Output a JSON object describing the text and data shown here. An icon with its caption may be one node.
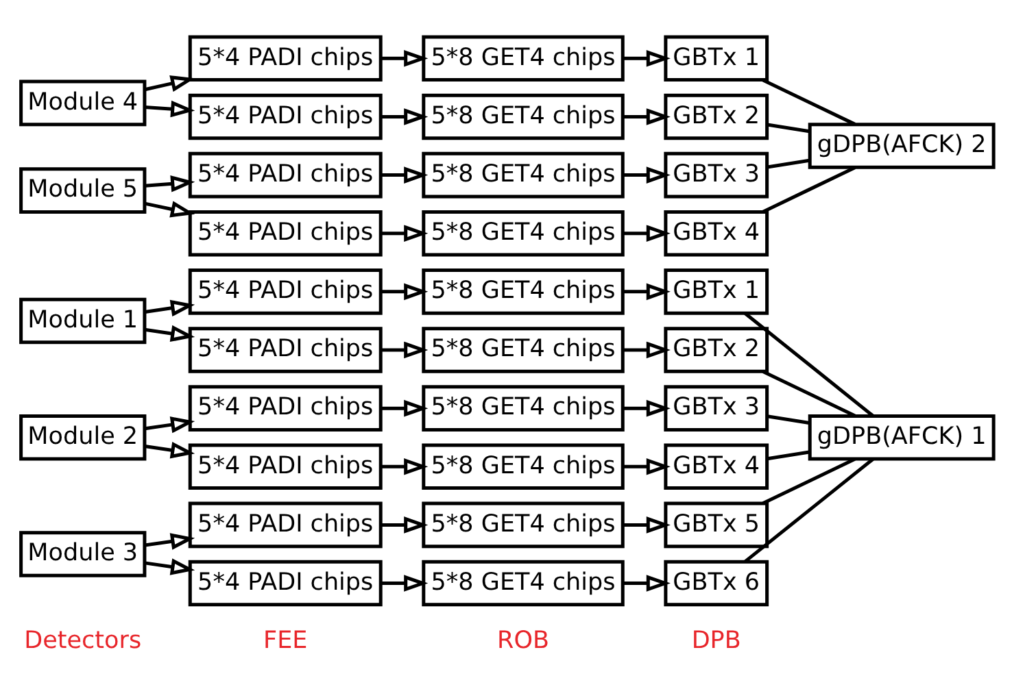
{
  "diagram": {
    "nodes": [
      {
        "text": [
          "Module 1"
        ]
      },
      {
        "text": [
          "5*4 PADI chips"
        ]
      },
      {
        "text": [
          "5*8 GET4 chips"
        ]
      },
      {
        "text": [
          "GBTx 1"
        ]
      },
      {
        "text": [
          "5*4 PADI chips"
        ]
      },
      {
        "text": [
          "5*8 GET4 chips"
        ]
      },
      {
        "text": [
          "GBTx 2"
        ]
      },
      {
        "text": [
          "Module 2"
        ]
      },
      {
        "text": [
          "5*4 PADI chips"
        ]
      },
      {
        "text": [
          "5*8 GET4 chips"
        ]
      },
      {
        "text": [
          "GBTx 3"
        ]
      },
      {
        "text": [
          "5*4 PADI chips"
        ]
      },
      {
        "text": [
          "5*8 GET4 chips"
        ]
      },
      {
        "text": [
          "GBTx 4"
        ]
      },
      {
        "text": [
          "Module 3"
        ]
      },
      {
        "text": [
          "5*4 PADI chips"
        ]
      },
      {
        "text": [
          "5*8 GET4 chips"
        ]
      },
      {
        "text": [
          "GBTx 5"
        ]
      },
      {
        "text": [
          "5*4 PADI chips"
        ]
      },
      {
        "text": [
          "5*8 GET4 chips"
        ]
      },
      {
        "text": [
          "GBTx 6"
        ]
      },
      {
        "text": [
          "gDPB(AFCK) 1"
        ]
      },
      {
        "text": [
          "Module 4"
        ]
      },
      {
        "text": [
          "5*4 PADI chips"
        ]
      },
      {
        "text": [
          "5*8 GET4 chips"
        ]
      },
      {
        "text": [
          "GBTx 1"
        ]
      },
      {
        "text": [
          "5*4 PADI chips"
        ]
      },
      {
        "text": [
          "5*8 GET4 chips"
        ]
      },
      {
        "text": [
          "GBTx 2"
        ]
      },
      {
        "text": [
          "Module 5"
        ]
      },
      {
        "text": [
          "5*4 PADI chips"
        ]
      },
      {
        "text": [
          "5*8 GET4 chips"
        ]
      },
      {
        "text": [
          "GBTx 3"
        ]
      },
      {
        "text": [
          "5*4 PADI chips"
        ]
      },
      {
        "text": [
          "5*8 GET4 chips"
        ]
      },
      {
        "text": [
          "GBTx 4"
        ]
      },
      {
        "text": [
          "gDPB(AFCK) 2"
        ]
      }
    ],
    "edges": [
      {
        "from": 0,
        "to": 1,
        "arrow": "to"
      },
      {
        "from": 0,
        "to": 4,
        "arrow": "to"
      },
      {
        "from": 7,
        "to": 8,
        "arrow": "to"
      },
      {
        "from": 7,
        "to": 11,
        "arrow": "to"
      },
      {
        "from": 14,
        "to": 15,
        "arrow": "to"
      },
      {
        "from": 14,
        "to": 18,
        "arrow": "to"
      },
      {
        "from": 22,
        "to": 23,
        "arrow": "to"
      },
      {
        "from": 22,
        "to": 26,
        "arrow": "to"
      },
      {
        "from": 29,
        "to": 30,
        "arrow": "to"
      },
      {
        "from": 29,
        "to": 33,
        "arrow": "to"
      },
      {
        "from": 1,
        "to": 2,
        "arrow": "to"
      },
      {
        "from": 2,
        "to": 3,
        "arrow": "to"
      },
      {
        "from": 4,
        "to": 5,
        "arrow": "to"
      },
      {
        "from": 5,
        "to": 6,
        "arrow": "to"
      },
      {
        "from": 8,
        "to": 9,
        "arrow": "to"
      },
      {
        "from": 9,
        "to": 10,
        "arrow": "to"
      },
      {
        "from": 11,
        "to": 12,
        "arrow": "to"
      },
      {
        "from": 12,
        "to": 13,
        "arrow": "to"
      },
      {
        "from": 15,
        "to": 16,
        "arrow": "to"
      },
      {
        "from": 16,
        "to": 17,
        "arrow": "to"
      },
      {
        "from": 18,
        "to": 19,
        "arrow": "to"
      },
      {
        "from": 19,
        "to": 20,
        "arrow": "to"
      },
      {
        "from": 23,
        "to": 24,
        "arrow": "to"
      },
      {
        "from": 24,
        "to": 25,
        "arrow": "to"
      },
      {
        "from": 26,
        "to": 27,
        "arrow": "to"
      },
      {
        "from": 27,
        "to": 28,
        "arrow": "to"
      },
      {
        "from": 30,
        "to": 31,
        "arrow": "to"
      },
      {
        "from": 31,
        "to": 32,
        "arrow": "to"
      },
      {
        "from": 33,
        "to": 34,
        "arrow": "to"
      },
      {
        "from": 34,
        "to": 35,
        "arrow": "to"
      },
      {
        "from": 3,
        "to": 21,
        "arrow": "none"
      },
      {
        "from": 6,
        "to": 21,
        "arrow": "none"
      },
      {
        "from": 10,
        "to": 21,
        "arrow": "none"
      },
      {
        "from": 13,
        "to": 21,
        "arrow": "none"
      },
      {
        "from": 17,
        "to": 21,
        "arrow": "none"
      },
      {
        "from": 20,
        "to": 21,
        "arrow": "none"
      },
      {
        "from": 25,
        "to": 36,
        "arrow": "none"
      },
      {
        "from": 28,
        "to": 36,
        "arrow": "none"
      },
      {
        "from": 32,
        "to": 36,
        "arrow": "none"
      },
      {
        "from": 35,
        "to": 36,
        "arrow": "none"
      }
    ],
    "labels": [
      "Detectors",
      "FEE",
      "ROB",
      "DPB"
    ]
  }
}
